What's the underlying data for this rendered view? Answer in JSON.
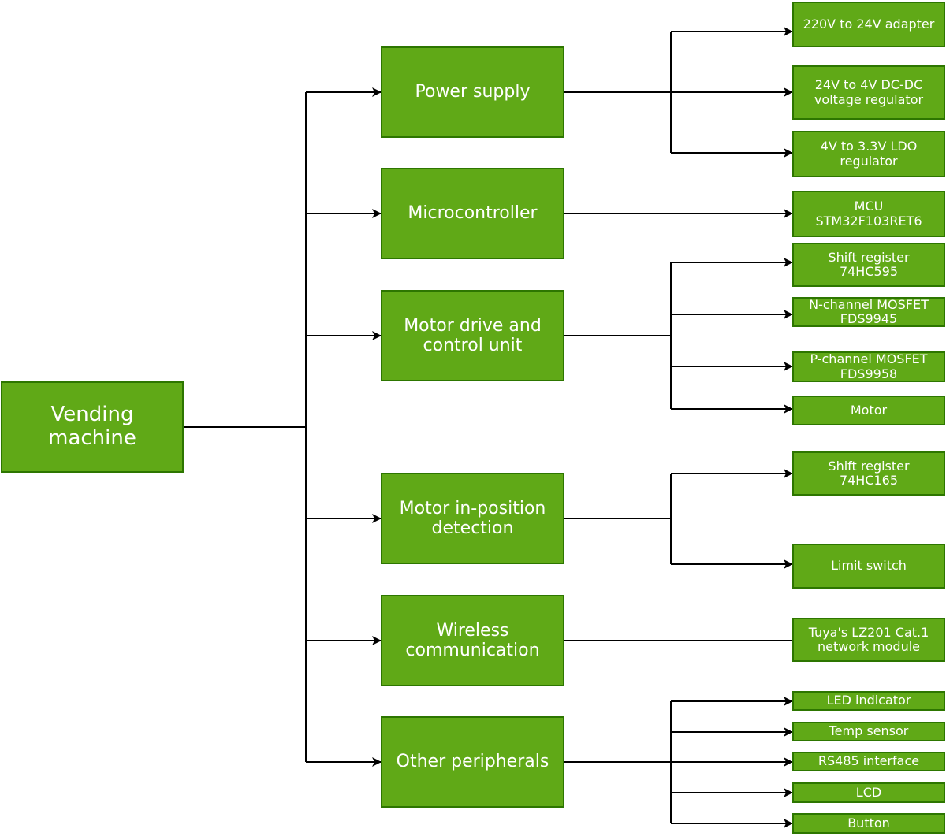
{
  "root": {
    "label": "Vending\nmachine"
  },
  "subsystems": [
    {
      "label": "Power supply"
    },
    {
      "label": "Microcontroller"
    },
    {
      "label": "Motor drive and\ncontrol unit"
    },
    {
      "label": "Motor in-position\ndetection"
    },
    {
      "label": "Wireless\ncommunication"
    },
    {
      "label": "Other peripherals"
    }
  ],
  "components": [
    {
      "label": "220V to 24V adapter"
    },
    {
      "label": "24V to 4V DC-DC\nvoltage regulator"
    },
    {
      "label": "4V to 3.3V LDO\nregulator"
    },
    {
      "label": "MCU\nSTM32F103RET6"
    },
    {
      "label": "Shift register\n74HC595"
    },
    {
      "label": "N-channel MOSFET\nFDS9945"
    },
    {
      "label": "P-channel MOSFET\nFDS9958"
    },
    {
      "label": "Motor"
    },
    {
      "label": "Shift register\n74HC165"
    },
    {
      "label": "Limit switch"
    },
    {
      "label": "Tuya's LZ201 Cat.1\nnetwork module"
    },
    {
      "label": "LED indicator"
    },
    {
      "label": "Temp sensor"
    },
    {
      "label": "RS485 interface"
    },
    {
      "label": "LCD"
    },
    {
      "label": "Button"
    }
  ],
  "colors": {
    "box_fill": "#60a917",
    "box_border": "#2d7600",
    "box_text": "#ffffff",
    "line": "#000000"
  }
}
